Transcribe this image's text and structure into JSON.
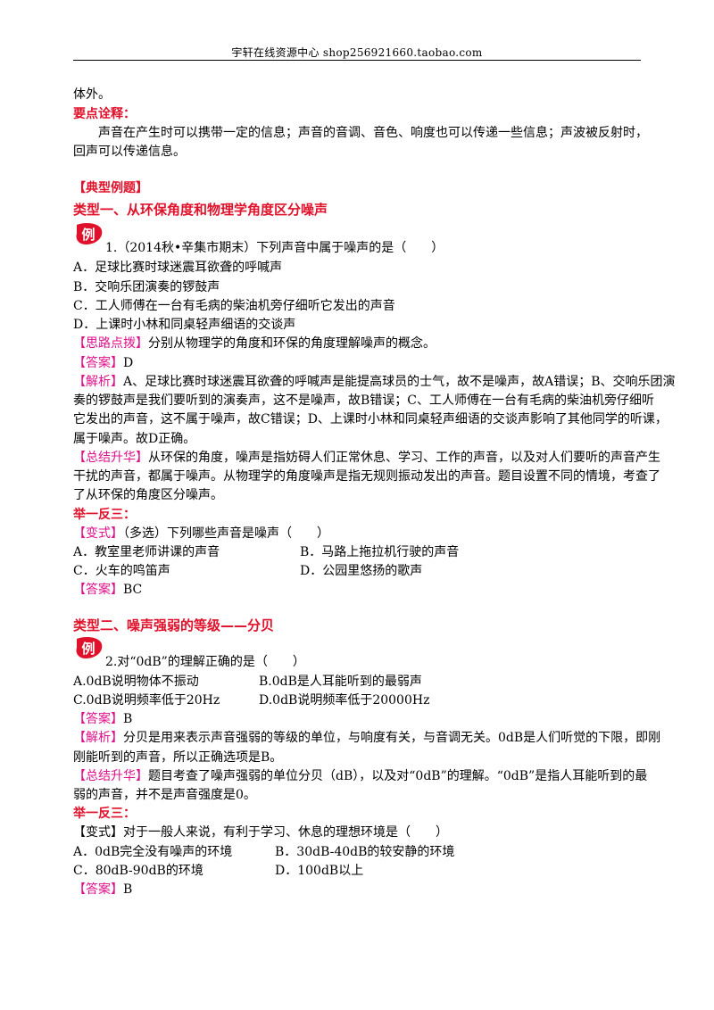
{
  "header": {
    "text": "宇轩在线资源中心  shop256921660.taobao.com"
  },
  "top": {
    "l1": "体外。",
    "key_label": "要点诠释：",
    "key_p1": "声音在产生时可以携带一定的信息；声音的音调、音色、响度也可以传递一些信息；声波被反射时，",
    "key_p2": "回声可以传递信息。"
  },
  "section_title": "【典型例题】",
  "type1": {
    "title": "类型一、从环保角度和物理学角度区分噪声",
    "badge": "例",
    "question": "1.（2014秋•辛集市期末）下列声音中属于噪声的是（　　）",
    "options": [
      "A．足球比赛时球迷震耳欲聋的呼喊声",
      "B．交响乐团演奏的锣鼓声",
      "C．工人师傅在一台有毛病的柴油机旁仔细听它发出的声音",
      "D．上课时小林和同桌轻声细语的交谈声"
    ],
    "hint_label": "【思路点拨】",
    "hint": "分别从物理学的角度和环保的角度理解噪声的概念。",
    "answer_label": "【答案】",
    "answer": "D",
    "analysis_label": "【解析】",
    "analysis_l1": "A、足球比赛时球迷震耳欲聋的呼喊声是能提高球员的士气，故不是噪声，故A错误；B、交响乐团演",
    "analysis_l2": "奏的锣鼓声是我们要听到的演奏声，这不是噪声，故B错误；C、工人师傅在一台有毛病的柴油机旁仔细听",
    "analysis_l3": "它发出的声音，这不属于噪声，故C错误；D、上课时小林和同桌轻声细语的交谈声影响了其他同学的听课，",
    "analysis_l4": "属于噪声。故D正确。",
    "summary_label": "【总结升华】",
    "summary_l1": "从环保的角度，噪声是指妨碍人们正常休息、学习、工作的声音，以及对人们要听的声音产生",
    "summary_l2": "干扰的声音，都属于噪声。从物理学的角度噪声是指无规则振动发出的声音。题目设置不同的情境，考查了",
    "summary_l3": "了从环保的角度区分噪声。",
    "ju_label": "举一反三：",
    "variant_label": "【变式】",
    "variant": "（多选）下列哪些声音是噪声（　　）",
    "variant_options": [
      "A．教室里老师讲课的声音",
      "B．马路上拖拉机行驶的声音",
      "C．火车的鸣笛声",
      "D．公园里悠扬的歌声"
    ],
    "variant_answer_label": "【答案】",
    "variant_answer": "BC"
  },
  "type2": {
    "title": "类型二、噪声强弱的等级——分贝",
    "badge": "例",
    "question": "2.对“0dB”的理解正确的是（　　）",
    "options": [
      "A.0dB说明物体不振动",
      "B.0dB是人耳能听到的最弱声",
      "C.0dB说明频率低于20Hz",
      "D.0dB说明频率低于20000Hz"
    ],
    "answer_label": "【答案】",
    "answer": "B",
    "analysis_label": "【解析】",
    "analysis_l1": "分贝是用来表示声音强弱的等级的单位，与响度有关，与音调无关。0dB是人们听觉的下限，即刚",
    "analysis_l2": "刚能听到的声音，所以正确选项是B。",
    "summary_label": "【总结升华】",
    "summary_l1": "题目考查了噪声强弱的单位分贝（dB），以及对“0dB”的理解。“0dB”是指人耳能听到的最",
    "summary_l2": "弱的声音，并不是声音强度是0。",
    "ju_label": "举一反三：",
    "variant_label": "【变式】",
    "variant": "对于一般人来说，有利于学习、休息的理想环境是（　　）",
    "variant_options": [
      "A．0dB完全没有噪声的环境",
      "B．30dB-40dB的较安静的环境",
      "C．80dB-90dB的环境",
      "D．100dB以上"
    ],
    "variant_answer_label": "【答案】",
    "variant_answer": "B"
  },
  "colors": {
    "red": "#e0112a",
    "magenta": "#e0118c"
  }
}
